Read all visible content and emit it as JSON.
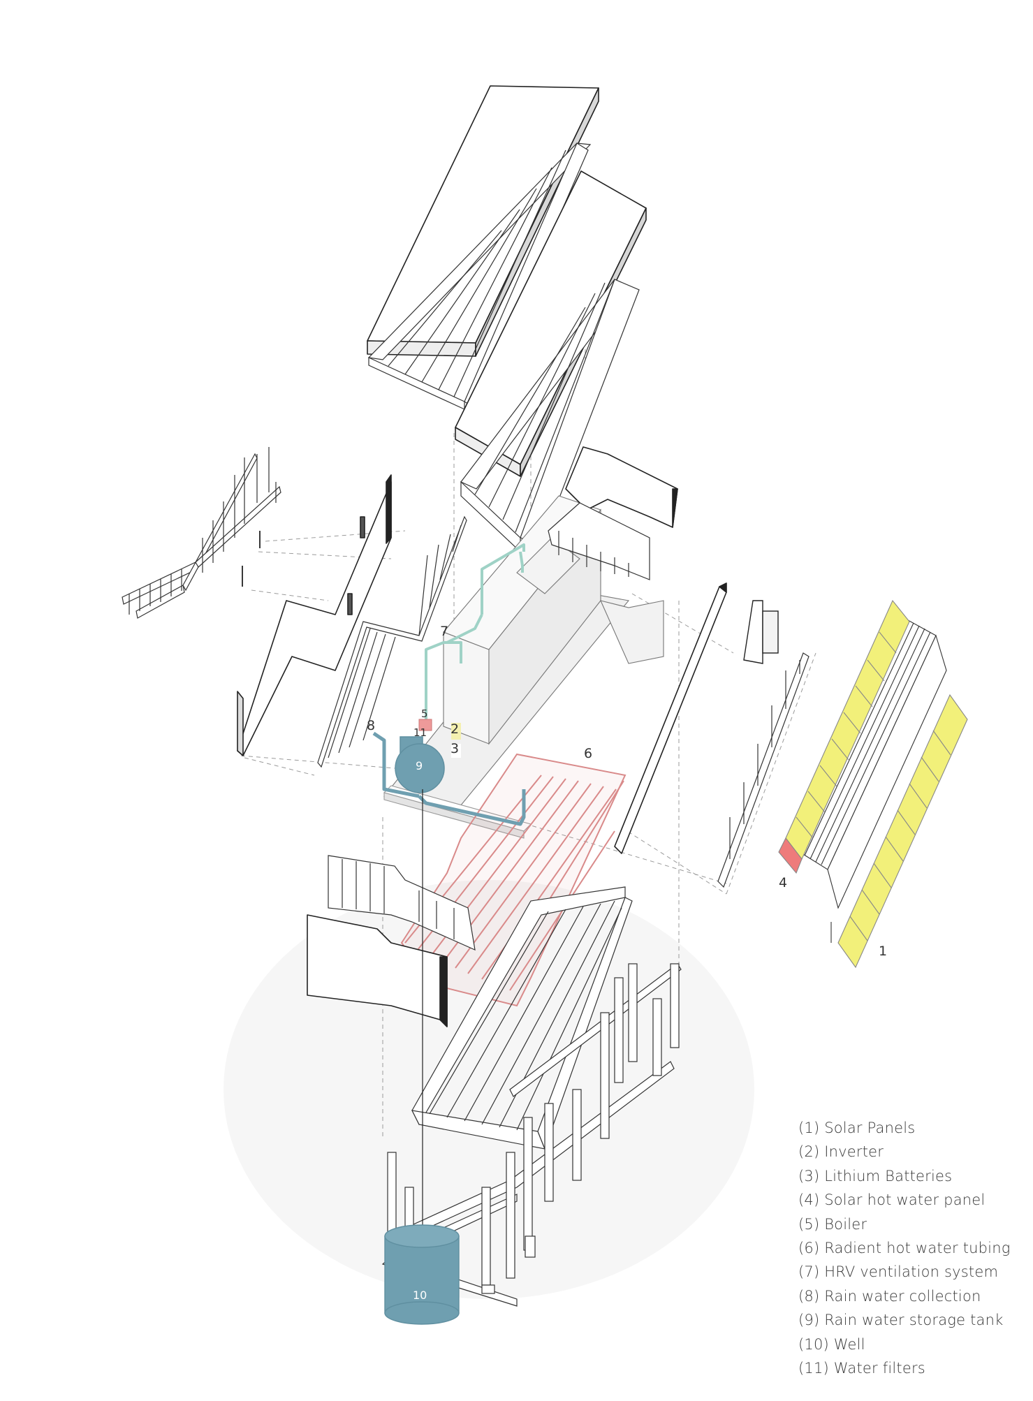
{
  "callouts": {
    "solar_panels": "1",
    "inverter": "2",
    "lithium_batteries": "3",
    "solar_hot_water_panel": "4",
    "boiler": "5",
    "radiant_tubing": "6",
    "hrv_system": "7",
    "rain_collection": "8",
    "storage_tank": "9",
    "well": "10",
    "water_filters": "11"
  },
  "legend": [
    "(1) Solar Panels",
    "(2) Inverter",
    "(3) Lithium Batteries",
    "(4) Solar hot water panel",
    "(5) Boiler",
    "(6) Radient hot water tubing",
    "(7) HRV ventilation system",
    "(8) Rain water collection",
    "(9) Rain water storage tank",
    "(10) Well",
    "(11) Water filters"
  ],
  "colors": {
    "solar_panel": "#f2f07a",
    "hot_water_panel": "#ee7b7b",
    "radiant_tubing": "#d98a8a",
    "hrv_duct": "#9fd2c6",
    "water": "#6f9fb0",
    "line": "#222222"
  }
}
